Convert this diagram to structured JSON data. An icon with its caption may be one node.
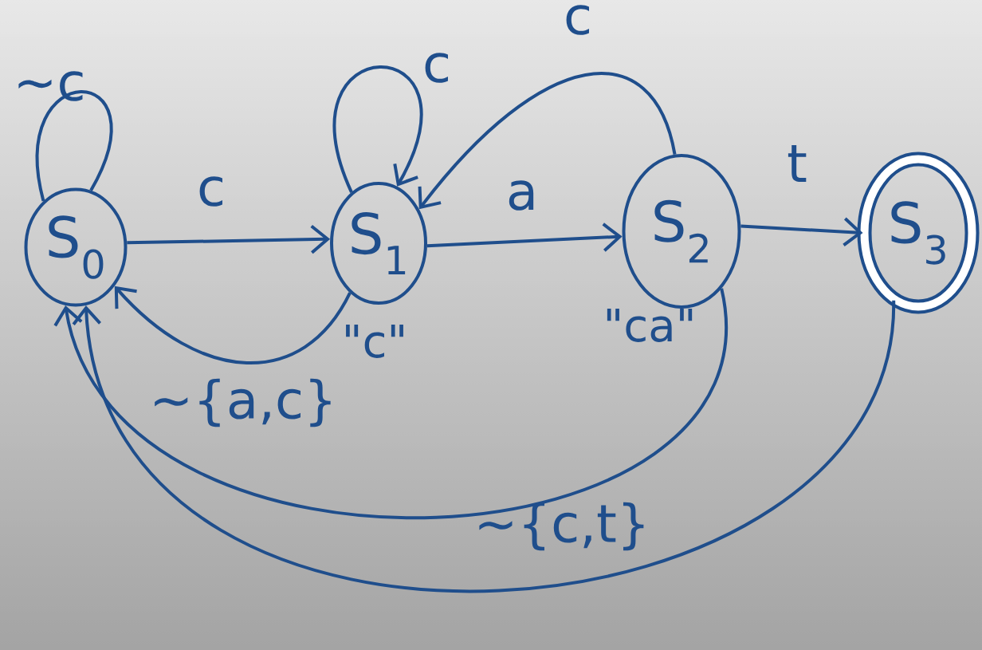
{
  "diagram": {
    "nodes": [
      {
        "text": [
          "S$_{0}$"
        ]
      },
      {
        "text": [
          "S$_{1}$"
        ],
        "beside": [
          "\"c\""
        ]
      },
      {
        "text": [
          "S$_{2}$"
        ],
        "beside": [
          "\"ca\""
        ]
      },
      {
        "text": [
          "S$_{3}$"
        ]
      }
    ],
    "edges": [
      {
        "from": 0,
        "to": 0,
        "arrow": "none",
        "label": "∼c"
      },
      {
        "from": 0,
        "to": 1,
        "arrow": "to",
        "label": "c"
      },
      {
        "from": 1,
        "to": 1,
        "arrow": "to",
        "label": "c"
      },
      {
        "from": 1,
        "to": 2,
        "arrow": "to",
        "label": "a"
      },
      {
        "from": 2,
        "to": 1,
        "arrow": "to",
        "label": "c"
      },
      {
        "from": 2,
        "to": 3,
        "arrow": "to",
        "label": "t"
      },
      {
        "from": 1,
        "to": 0,
        "arrow": "to",
        "label": "∼{a,c}"
      },
      {
        "from": 2,
        "to": 0,
        "arrow": "to",
        "label": "∼{c,t}"
      },
      {
        "from": 3,
        "to": 0,
        "arrow": "to"
      }
    ]
  }
}
